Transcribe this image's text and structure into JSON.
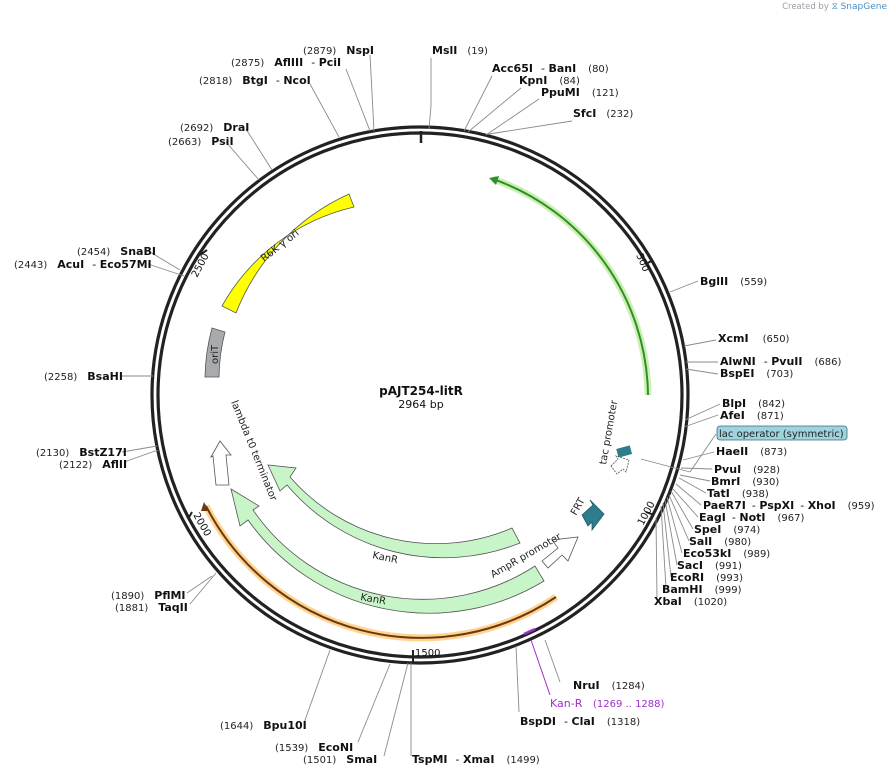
{
  "watermark": {
    "created_by": "Created by",
    "brand": "SnapGene"
  },
  "plasmid": {
    "name": "pAJT254-litR",
    "length_label": "2964 bp",
    "length": 2964
  },
  "ticks": [
    "500",
    "1000",
    "1500",
    "2000",
    "2500"
  ],
  "sites": [
    {
      "name": "MslI",
      "pos": "(19)"
    },
    {
      "name": "Acc65I",
      "name2": "BanI",
      "pos": "(80)"
    },
    {
      "name": "KpnI",
      "pos": "(84)"
    },
    {
      "name": "PpuMI",
      "pos": "(121)"
    },
    {
      "name": "SfcI",
      "pos": "(232)"
    },
    {
      "name": "BglII",
      "pos": "(559)"
    },
    {
      "name": "XcmI",
      "pos": "(650)"
    },
    {
      "name": "AlwNI",
      "name2": "PvuII",
      "pos": "(686)"
    },
    {
      "name": "BspEI",
      "pos": "(703)"
    },
    {
      "name": "BlpI",
      "pos": "(842)"
    },
    {
      "name": "AfeI",
      "pos": "(871)"
    },
    {
      "name": "HaeII",
      "pos": "(873)"
    },
    {
      "name": "PvuI",
      "pos": "(928)"
    },
    {
      "name": "BmrI",
      "pos": "(930)"
    },
    {
      "name": "TatI",
      "pos": "(938)"
    },
    {
      "name": "PaeR7I",
      "name2": "PspXI",
      "name3": "XhoI",
      "pos": "(959)"
    },
    {
      "name": "EagI",
      "name2": "NotI",
      "pos": "(967)"
    },
    {
      "name": "SpeI",
      "pos": "(974)"
    },
    {
      "name": "SalI",
      "pos": "(980)"
    },
    {
      "name": "Eco53kI",
      "pos": "(989)"
    },
    {
      "name": "SacI",
      "pos": "(991)"
    },
    {
      "name": "EcoRI",
      "pos": "(993)"
    },
    {
      "name": "BamHI",
      "pos": "(999)"
    },
    {
      "name": "XbaI",
      "pos": "(1020)"
    },
    {
      "name": "NruI",
      "pos": "(1284)"
    },
    {
      "name": "BspDI",
      "name2": "ClaI",
      "pos": "(1318)"
    },
    {
      "name": "TspMI",
      "name2": "XmaI",
      "pos": "(1499)"
    },
    {
      "name": "SmaI",
      "pos": "(1501)"
    },
    {
      "name": "EcoNI",
      "pos": "(1539)"
    },
    {
      "name": "Bpu10I",
      "pos": "(1644)"
    },
    {
      "name": "TaqII",
      "pos": "(1881)"
    },
    {
      "name": "PflMI",
      "pos": "(1890)"
    },
    {
      "name": "AflII",
      "pos": "(2122)"
    },
    {
      "name": "BstZ17I",
      "pos": "(2130)"
    },
    {
      "name": "BsaHI",
      "pos": "(2258)"
    },
    {
      "name": "AcuI",
      "name2": "Eco57MI",
      "pos": "(2443)"
    },
    {
      "name": "SnaBI",
      "pos": "(2454)"
    },
    {
      "name": "PsiI",
      "pos": "(2663)"
    },
    {
      "name": "DraI",
      "pos": "(2692)"
    },
    {
      "name": "BtgI",
      "name2": "NcoI",
      "pos": "(2818)"
    },
    {
      "name": "AflIII",
      "name2": "PciI",
      "pos": "(2875)"
    },
    {
      "name": "NspI",
      "pos": "(2879)"
    }
  ],
  "primer": {
    "name": "Kan-R",
    "range": "(1269 .. 1288)",
    "color": "#9b30c8"
  },
  "features": {
    "r6k_ori": {
      "label": "R6K γ ori",
      "color": "#ffff00"
    },
    "orit": {
      "label": "oriT",
      "color": "#a8aaad"
    },
    "lambda_t0": {
      "label": "lambda t0 terminator"
    },
    "kanr_inner": {
      "label": "KanR",
      "color": "#c8f5c8"
    },
    "kanr_outer": {
      "label": "KanR",
      "color": "#c8f5c8"
    },
    "ampr_promoter": {
      "label": "AmpR promoter"
    },
    "frt": {
      "label": "FRT",
      "color": "#2e7d8c"
    },
    "tac_promoter": {
      "label": "tac promoter"
    },
    "lac_operator": {
      "label": "lac operator (symmetric)",
      "color": "#9fd3de"
    },
    "green_orf": {
      "color": "#2f8f2f",
      "halo": "#ccf0b0"
    },
    "orange_orf": {
      "color": "#6b3a10",
      "halo": "#ffd390"
    }
  }
}
